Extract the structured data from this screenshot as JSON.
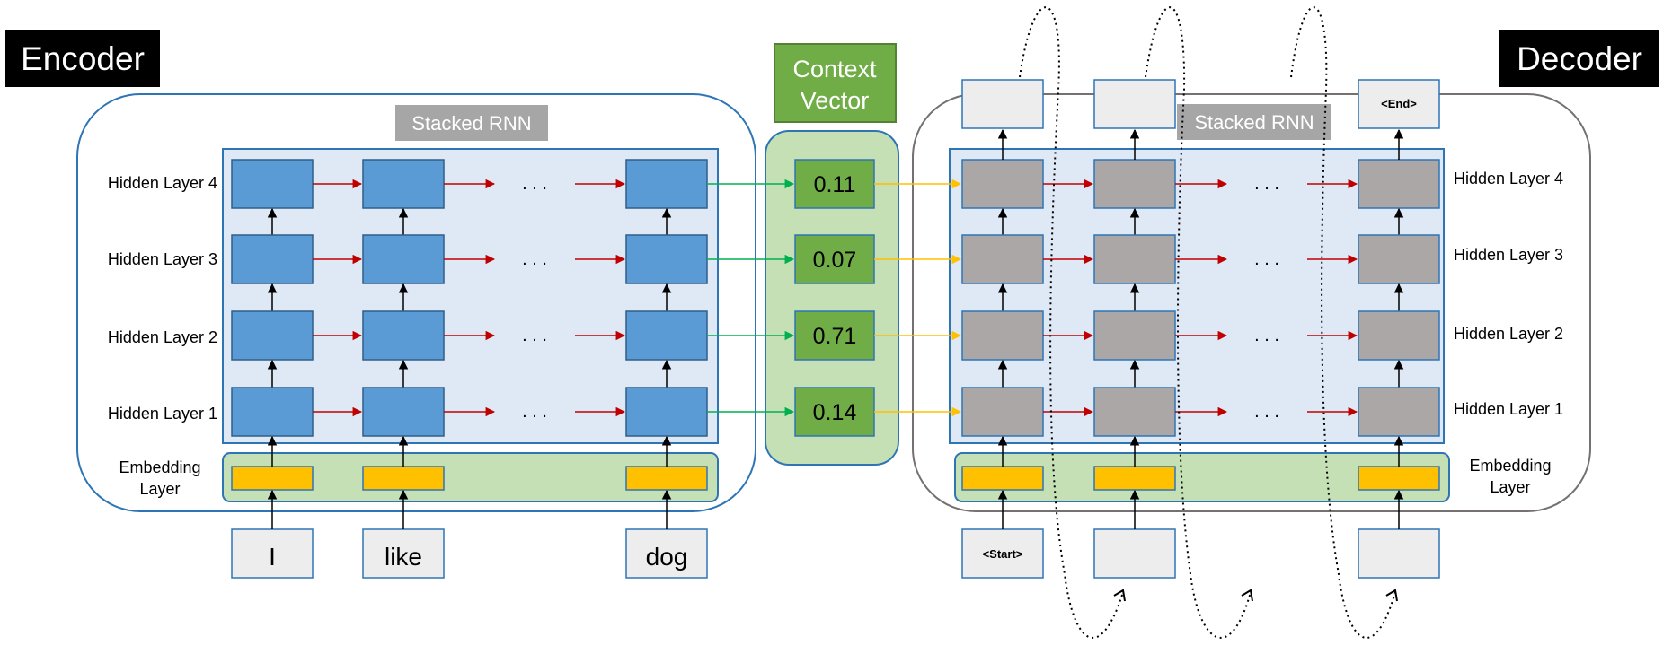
{
  "encoder": {
    "title": "Encoder",
    "stacked_label": "Stacked RNN",
    "layer_labels": [
      "Hidden Layer 4",
      "Hidden Layer 3",
      "Hidden Layer 2",
      "Hidden Layer 1"
    ],
    "embedding_label_line1": "Embedding",
    "embedding_label_line2": "Layer",
    "inputs": [
      "I",
      "like",
      "dog"
    ],
    "ellipsis": ". . ."
  },
  "context": {
    "title_line1": "Context",
    "title_line2": "Vector",
    "values": [
      "0.11",
      "0.07",
      "0.71",
      "0.14"
    ]
  },
  "decoder": {
    "title": "Decoder",
    "stacked_label": "Stacked RNN",
    "layer_labels": [
      "Hidden Layer 4",
      "Hidden Layer 3",
      "Hidden Layer 2",
      "Hidden Layer 1"
    ],
    "embedding_label_line1": "Embedding",
    "embedding_label_line2": "Layer",
    "start_token": "<Start>",
    "end_token": "<End>",
    "ellipsis": ". . ."
  },
  "colors": {
    "encoder_cell": "#5b9bd5",
    "decoder_cell": "#aba7a6",
    "context_cell": "#70ad47",
    "embedding_cell": "#ffc000",
    "stack_bg": "#dfe9f5",
    "embedding_bg": "#c5e0b4",
    "recurrent_arrow": "#c00000",
    "context_arrow": "#00b050",
    "decoder_input_arrow": "#ffc000"
  }
}
